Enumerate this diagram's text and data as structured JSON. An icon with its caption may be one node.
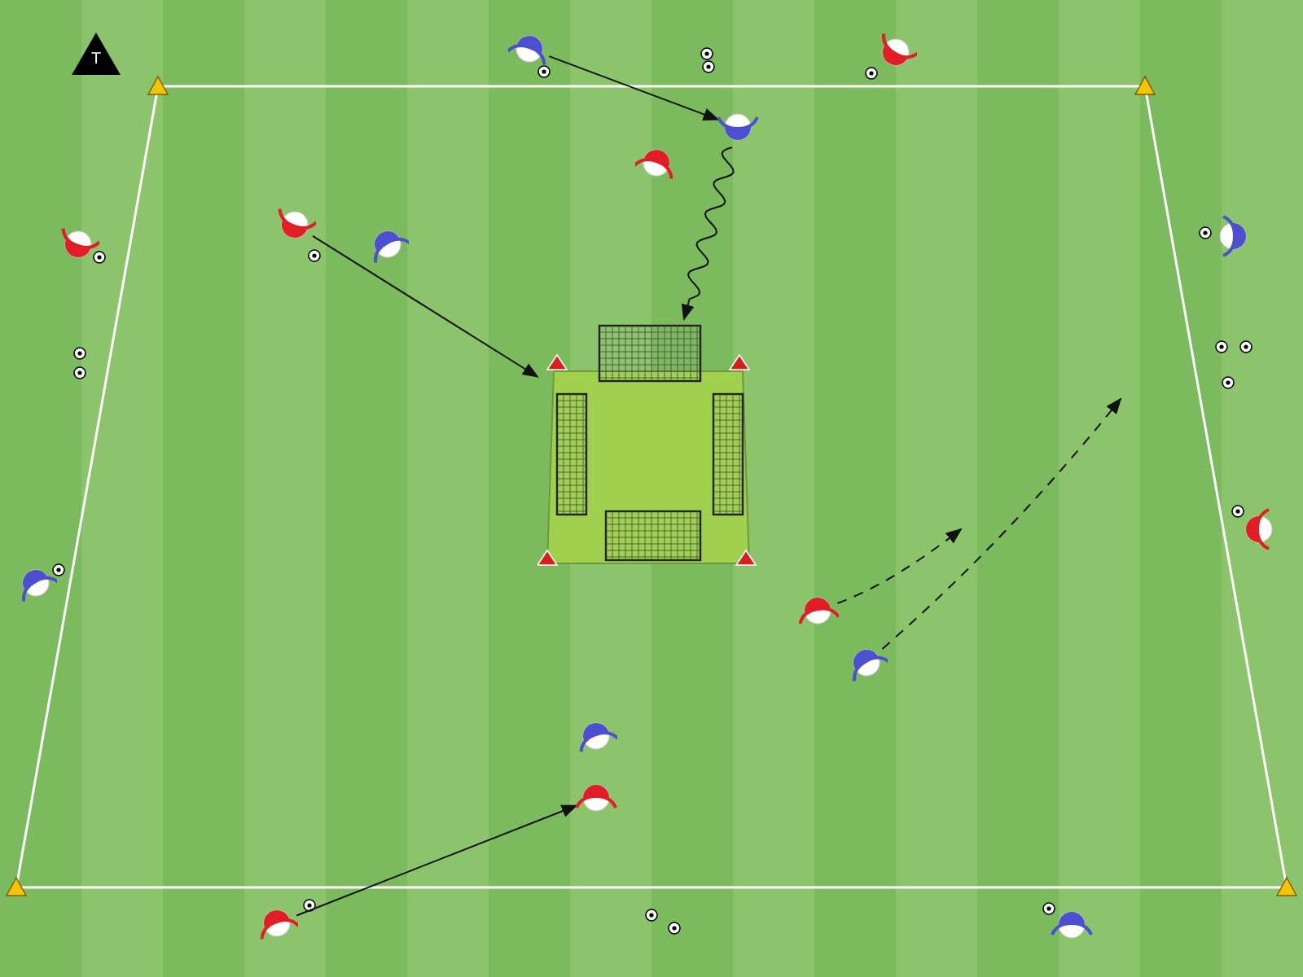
{
  "diagram": {
    "nodes": [
      {
        "text": [
          "T"
        ]
      },
      {
        "text": [],
        "shape": "person"
      },
      {
        "text": [],
        "shape": "person"
      },
      {
        "text": [],
        "shape": "person"
      },
      {
        "text": [],
        "shape": "person"
      },
      {
        "text": [],
        "shape": "person"
      },
      {
        "text": [],
        "shape": "person"
      },
      {
        "text": [],
        "shape": "person"
      },
      {
        "text": [],
        "shape": "person"
      },
      {
        "text": [],
        "shape": "picture"
      },
      {
        "text": [],
        "shape": "person"
      },
      {
        "text": [],
        "shape": "person"
      },
      {
        "text": [],
        "shape": "person"
      },
      {
        "text": [],
        "shape": "person"
      },
      {
        "text": [],
        "shape": "person"
      },
      {
        "text": [],
        "shape": "person"
      },
      {
        "text": [],
        "shape": "person"
      },
      {
        "text": [],
        "shape": "person"
      }
    ],
    "edges": [
      {
        "from": 1,
        "to": 3,
        "arrow": "to"
      },
      {
        "from": 3,
        "to": 9,
        "arrow": "to"
      },
      {
        "from": 5,
        "to": 9,
        "arrow": "to"
      },
      {
        "from": 16,
        "to": 15,
        "arrow": "to"
      },
      {
        "from": 12,
        "to": null,
        "arrow": "to",
        "style": "dashed"
      },
      {
        "from": 13,
        "to": null,
        "arrow": "to",
        "style": "dashed"
      }
    ]
  }
}
